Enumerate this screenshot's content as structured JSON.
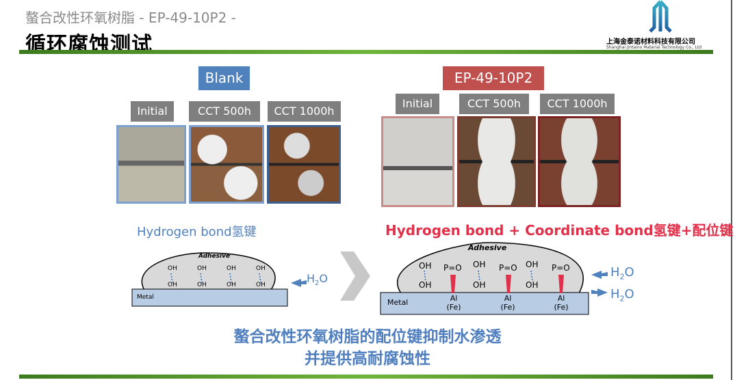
{
  "header": {
    "subtitle": "螯合改性环氧树脂 - EP-49-10P2 -",
    "title": "循环腐蚀测试"
  },
  "logo": {
    "company_cn": "上海金泰诺材料科技有限公司",
    "company_en": "Shanghai Jintaino Material Technology Co., Ltd"
  },
  "blank": {
    "label": "Blank",
    "tags": [
      "Initial",
      "CCT 500h",
      "CCT 1000h"
    ],
    "bond": "Hydrogen bond氢键"
  },
  "ep": {
    "label": "EP-49-10P2",
    "tags": [
      "Initial",
      "CCT 500h",
      "CCT 1000h"
    ],
    "bond": "Hydrogen bond + Coordinate bond氢键+配位键"
  },
  "diagram": {
    "adhesive": "Adhesive",
    "oh": "OH",
    "po": "P=O",
    "metal": "Metal",
    "al": "Al",
    "fe": "(Fe)",
    "h2o": "H",
    "h2o_sub": "2",
    "h2o_o": "O"
  },
  "colors": {
    "blue": "#4f81bd",
    "red": "#c0504d",
    "green": "#4e9a2a"
  },
  "conclusion": {
    "line1": "螯合改性环氧树脂的配位键抑制水渗透",
    "line2": "并提供高耐腐蚀性"
  }
}
